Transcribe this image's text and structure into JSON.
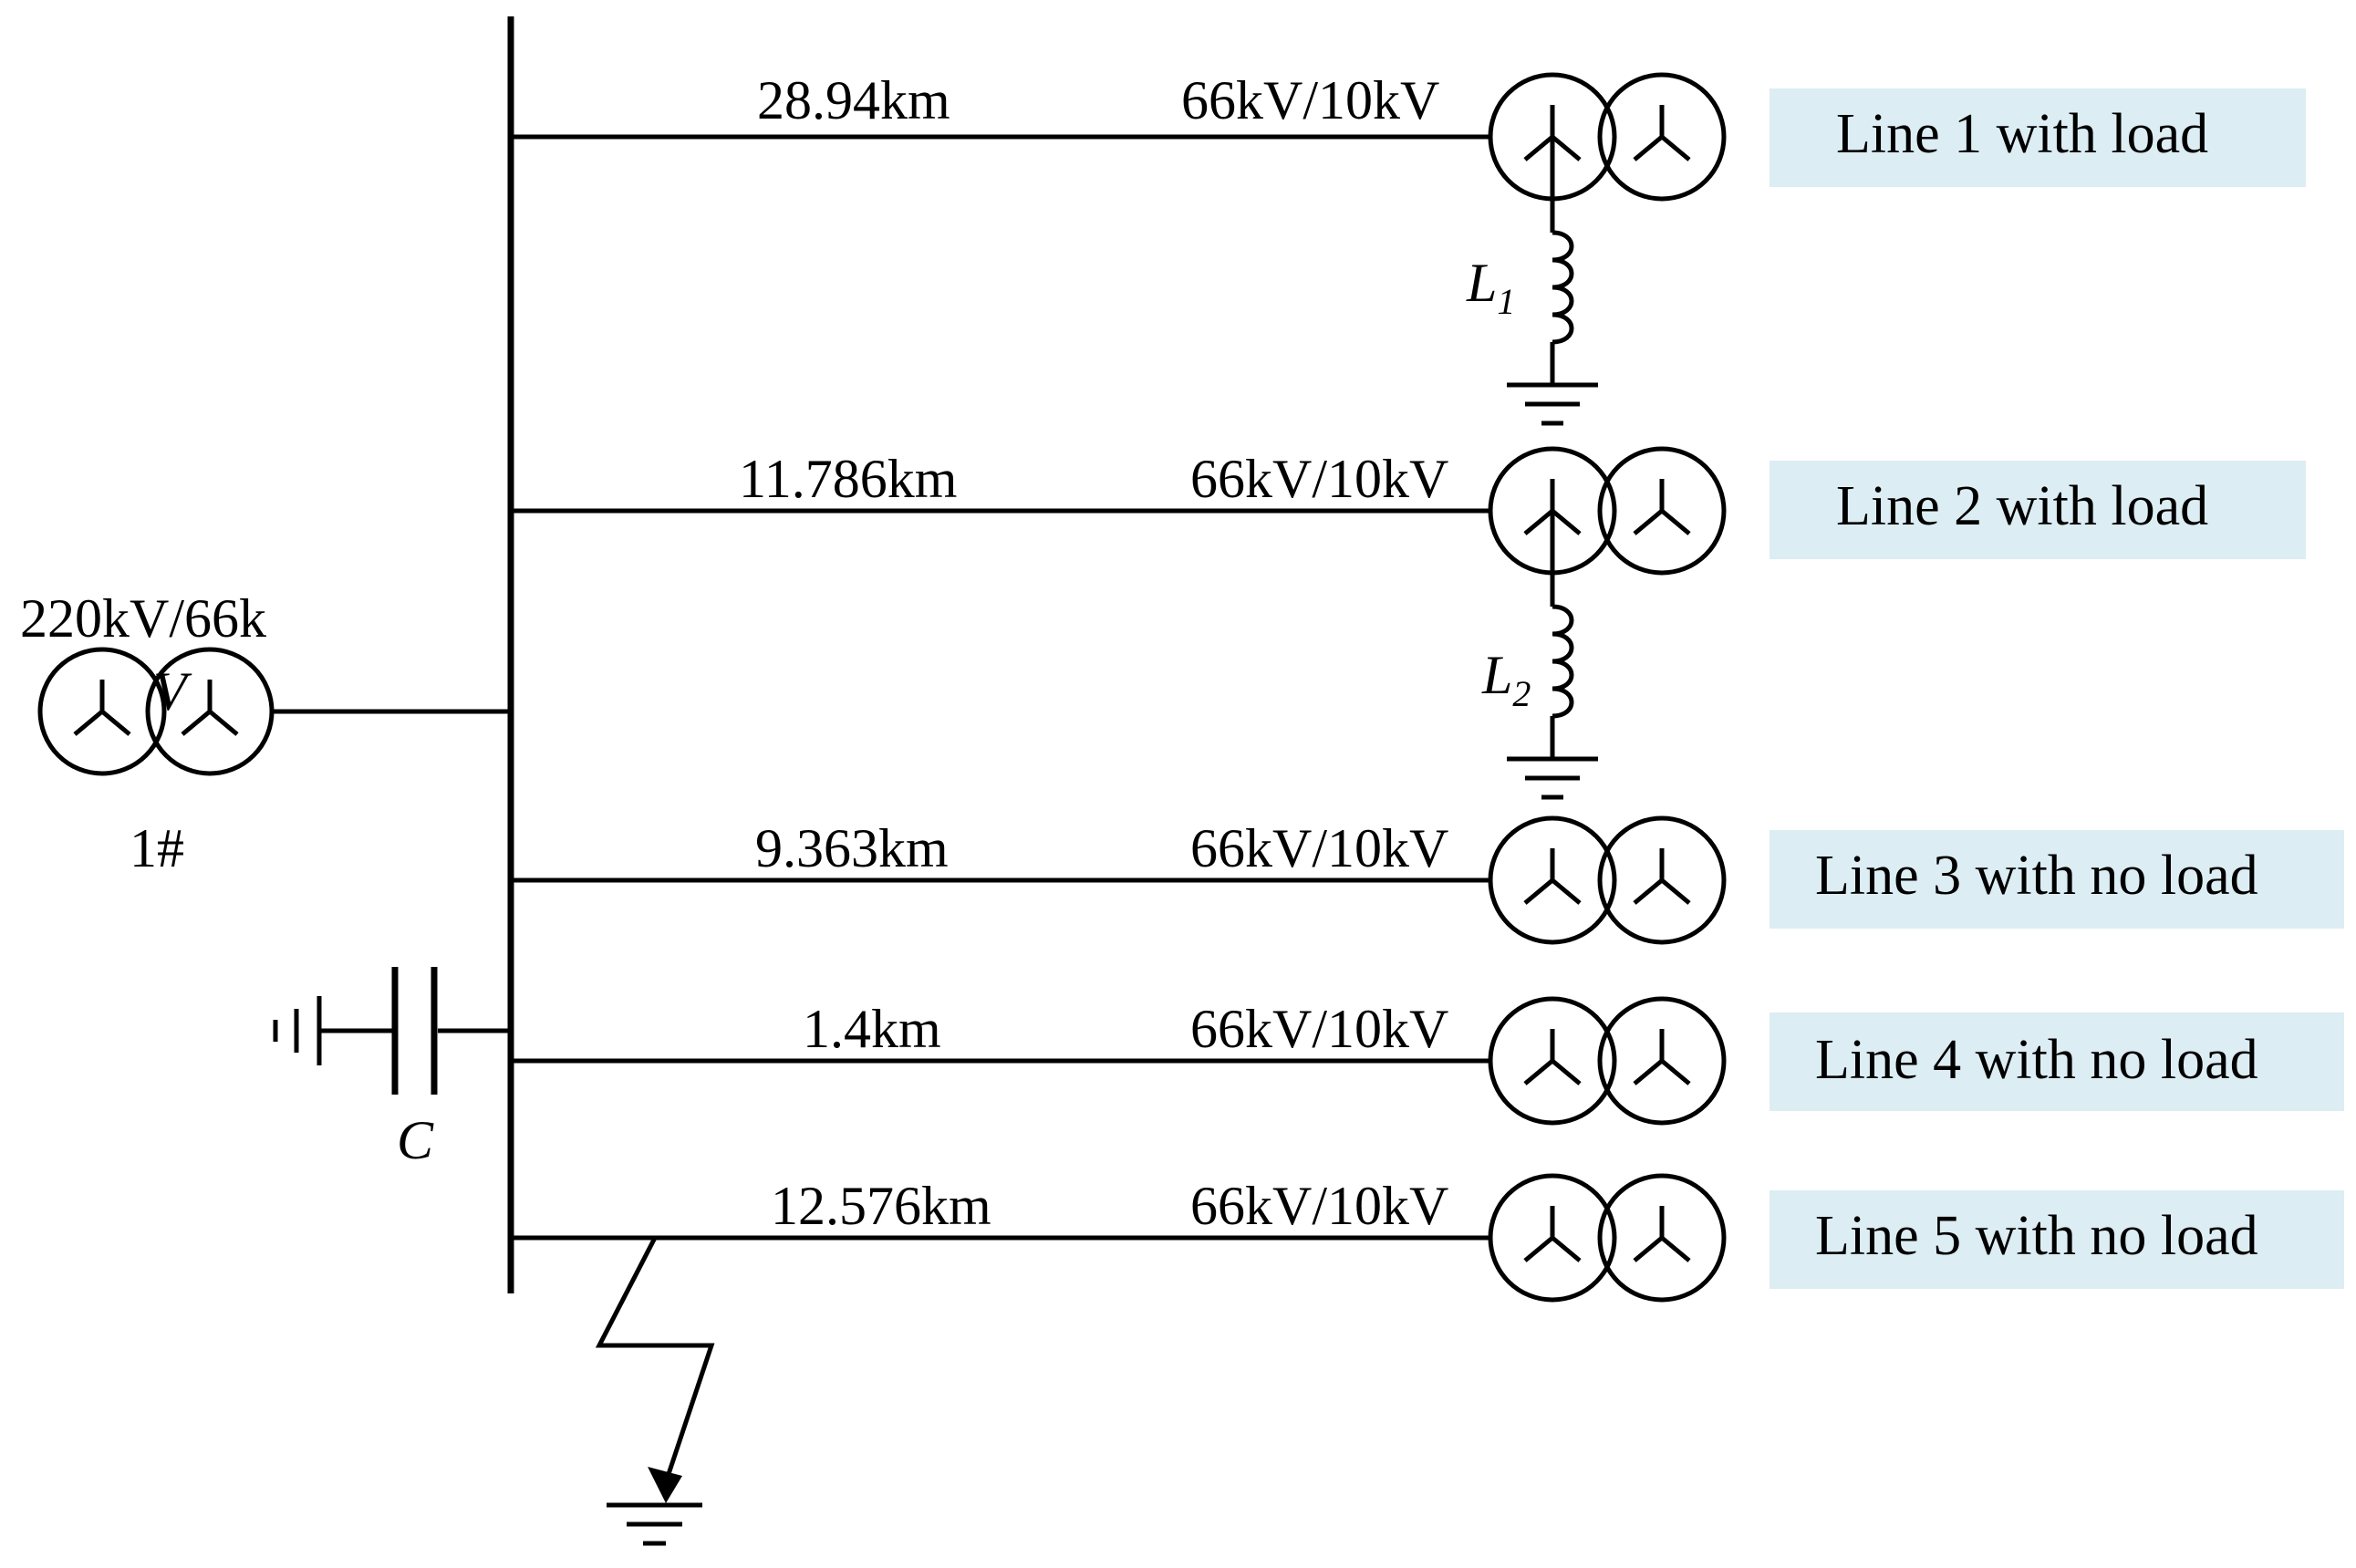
{
  "source_transformer": {
    "rating": "220kV/66k",
    "rating_wrap": "V",
    "label": "1#"
  },
  "capacitor": {
    "label": "C"
  },
  "inductors": [
    {
      "name": "L",
      "sub": "1"
    },
    {
      "name": "L",
      "sub": "2"
    }
  ],
  "lines": [
    {
      "length": "28.94km",
      "rating": "66kV/10kV",
      "status": "Line 1 with load"
    },
    {
      "length": "11.786km",
      "rating": "66kV/10kV",
      "status": "Line 2 with load"
    },
    {
      "length": "9.363km",
      "rating": "66kV/10kV",
      "status": "Line 3 with no load"
    },
    {
      "length": "1.4km",
      "rating": "66kV/10kV",
      "status": "Line 4 with no load"
    },
    {
      "length": "12.576km",
      "rating": "66kV/10kV",
      "status": "Line 5 with no load"
    }
  ],
  "colors": {
    "label_box": "#dcedf3",
    "stroke": "#000000"
  }
}
